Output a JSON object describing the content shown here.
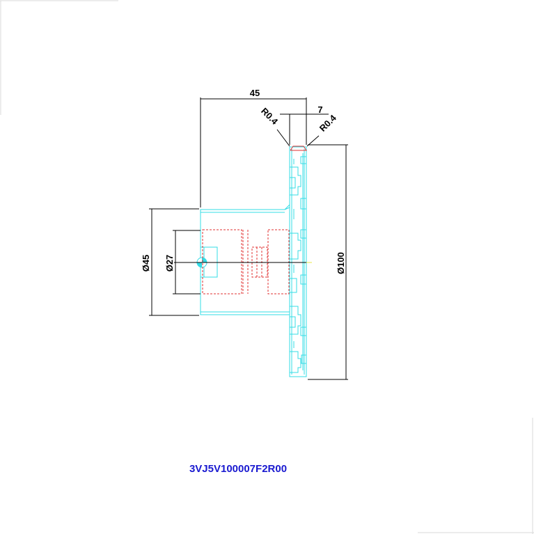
{
  "drawing": {
    "dimensions": {
      "length": "45",
      "width": "7",
      "radius_left": "R0.4",
      "radius_right": "R0.4",
      "hub_diameter": "Ø45",
      "bore_diameter": "Ø27",
      "outer_diameter": "Ø100"
    },
    "part_number": "3VJ5V100007F2R00"
  },
  "colors": {
    "outline": "#33dce6",
    "hidden_lines": "#e23030",
    "dimension_lines": "#000000",
    "part_number": "#1a1ad0"
  }
}
